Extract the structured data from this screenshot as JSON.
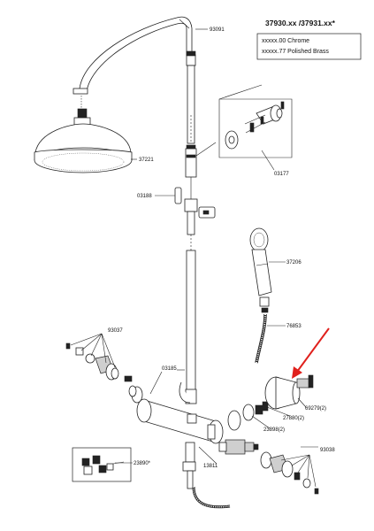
{
  "header": {
    "model": "37930.xx /37931.xx*",
    "finishes": [
      "xxxxx.00 Chrome",
      "xxxxx.77 Polished Brass"
    ]
  },
  "parts": {
    "p93091": "93091",
    "p37221": "37221",
    "p03188": "03188",
    "p03177": "03177",
    "p37206": "37206",
    "p76853": "76853",
    "p93037": "93037",
    "p03185": "03185",
    "p69279": "69279(2)",
    "p27880": "27880(2)",
    "p23898": "23898(2)",
    "p93038": "93038",
    "p23890": "23890*",
    "p13811": "13811"
  },
  "colors": {
    "ink": "#222222",
    "arrow": "#e0201c",
    "fill": "#ffffff"
  }
}
